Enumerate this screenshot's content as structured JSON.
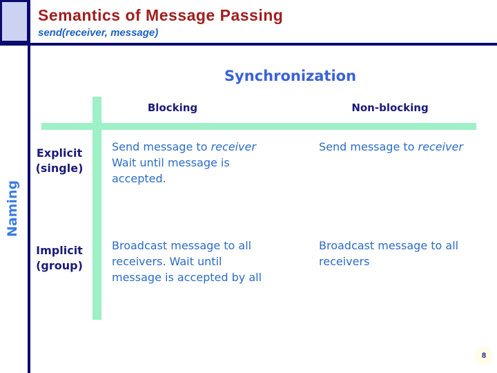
{
  "slide": {
    "title": "Semantics of Message Passing",
    "subtitle": "send(receiver, message)",
    "page_number": "8"
  },
  "matrix": {
    "column_axis_title": "Synchronization",
    "row_axis_title": "Naming",
    "columns": [
      "Blocking",
      "Non-blocking"
    ],
    "rows": [
      {
        "label": "Explicit",
        "sublabel": "(single)"
      },
      {
        "label": "Implicit",
        "sublabel": "(group)"
      }
    ],
    "cells": {
      "blocking_explicit": {
        "line1_plain": "Send message to ",
        "line1_italic": "receiver",
        "line2": "Wait until message is",
        "line3": "accepted."
      },
      "nonblocking_explicit": {
        "line1_plain": "Send message to ",
        "line1_italic": "receiver"
      },
      "blocking_implicit": {
        "line1": "Broadcast message to all",
        "line2": "receivers.  Wait until",
        "line3": "message is accepted by all"
      },
      "nonblocking_implicit": {
        "line1": "Broadcast message to all",
        "line2": "receivers"
      }
    }
  },
  "colors": {
    "title_red": "#a01e1e",
    "subtitle_blue": "#1e62c0",
    "navy_border": "#0a0a70",
    "lavender_square": "#ccd3f2",
    "mint_bar": "#9ef0c6",
    "header_navy": "#1a1a78",
    "cell_blue": "#2b6cc4",
    "synchronization_blue": "#3a62d8",
    "naming_blue": "#3d7ce8"
  }
}
